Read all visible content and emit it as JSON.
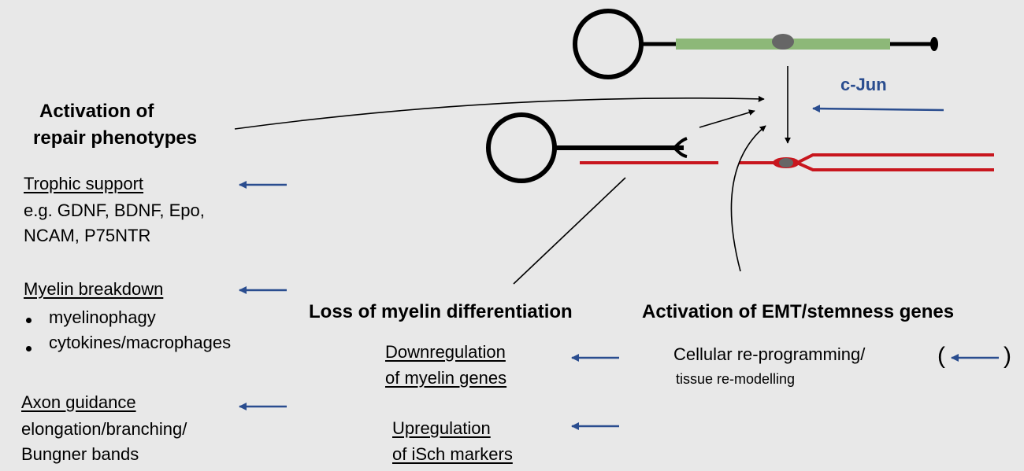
{
  "colors": {
    "background": "#e8e8e8",
    "blue_arrow": "#2a4d8f",
    "green_axon": "#8db878",
    "red_myelin": "#c8161e",
    "nucleus": "#666666"
  },
  "signal": {
    "label": "c-Jun"
  },
  "left": {
    "heading_line1": "Activation of",
    "heading_line2": "repair phenotypes",
    "trophic": {
      "title": "Trophic support",
      "line1": "e.g. GDNF, BDNF, Epo,",
      "line2": "NCAM, P75NTR"
    },
    "myelin": {
      "title": "Myelin breakdown",
      "items": [
        "myelinophagy",
        "cytokines/macrophages"
      ]
    },
    "axon": {
      "title": "Axon guidance",
      "line1": "elongation/branching/",
      "line2": "Bungner bands"
    }
  },
  "middle": {
    "heading": "Loss of myelin differentiation",
    "item1_line1": "Downregulation",
    "item1_line2": "of myelin genes",
    "item2_line1": "Upregulation",
    "item2_line2": "of iSch markers"
  },
  "right": {
    "heading": "Activation of EMT/stemness genes",
    "line1": "Cellular re-programming/",
    "line2": "tissue  re-modelling",
    "paren_open": "(",
    "paren_close": ")"
  }
}
